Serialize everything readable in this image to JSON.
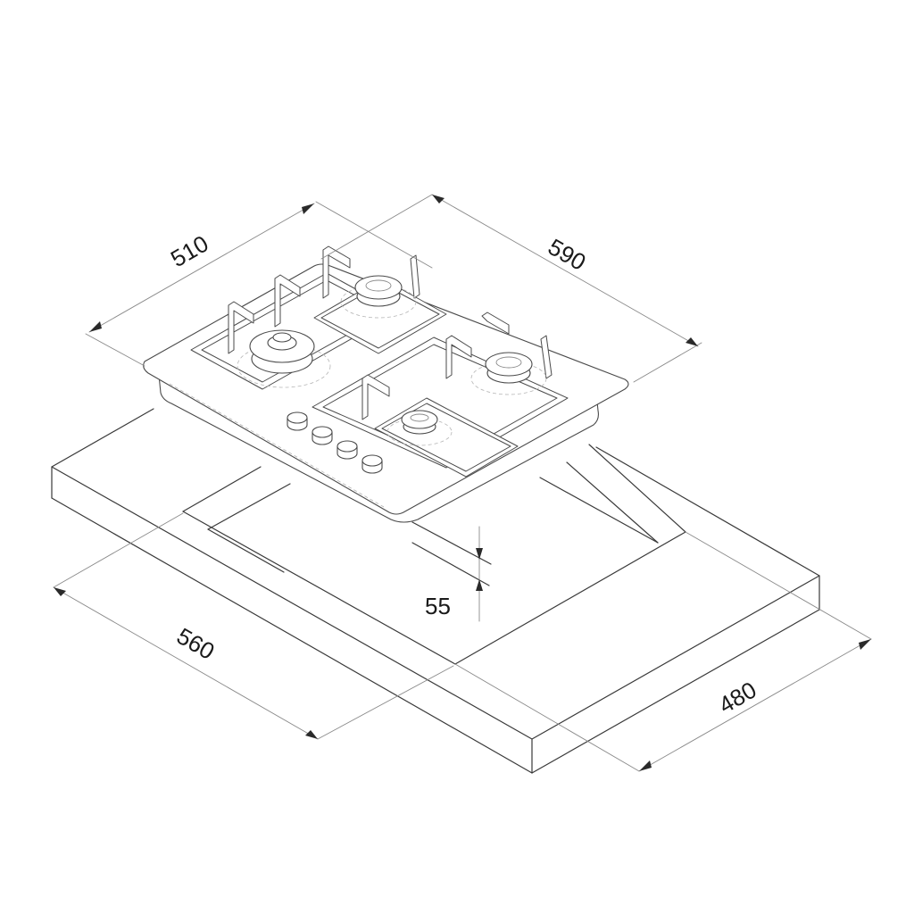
{
  "diagram": {
    "subject": "Built-in gas hob installation drawing",
    "units": "mm",
    "dimensions": {
      "hob_depth": "510",
      "hob_width": "590",
      "cutout_width": "560",
      "cutout_depth": "480",
      "min_distance": "55"
    },
    "components": {
      "burners": 4,
      "control_knobs": 4,
      "pan_support_grates": 2
    },
    "colors": {
      "line": "#3a3a3a",
      "dimension_line": "#8a8a8a",
      "background": "#ffffff"
    }
  }
}
